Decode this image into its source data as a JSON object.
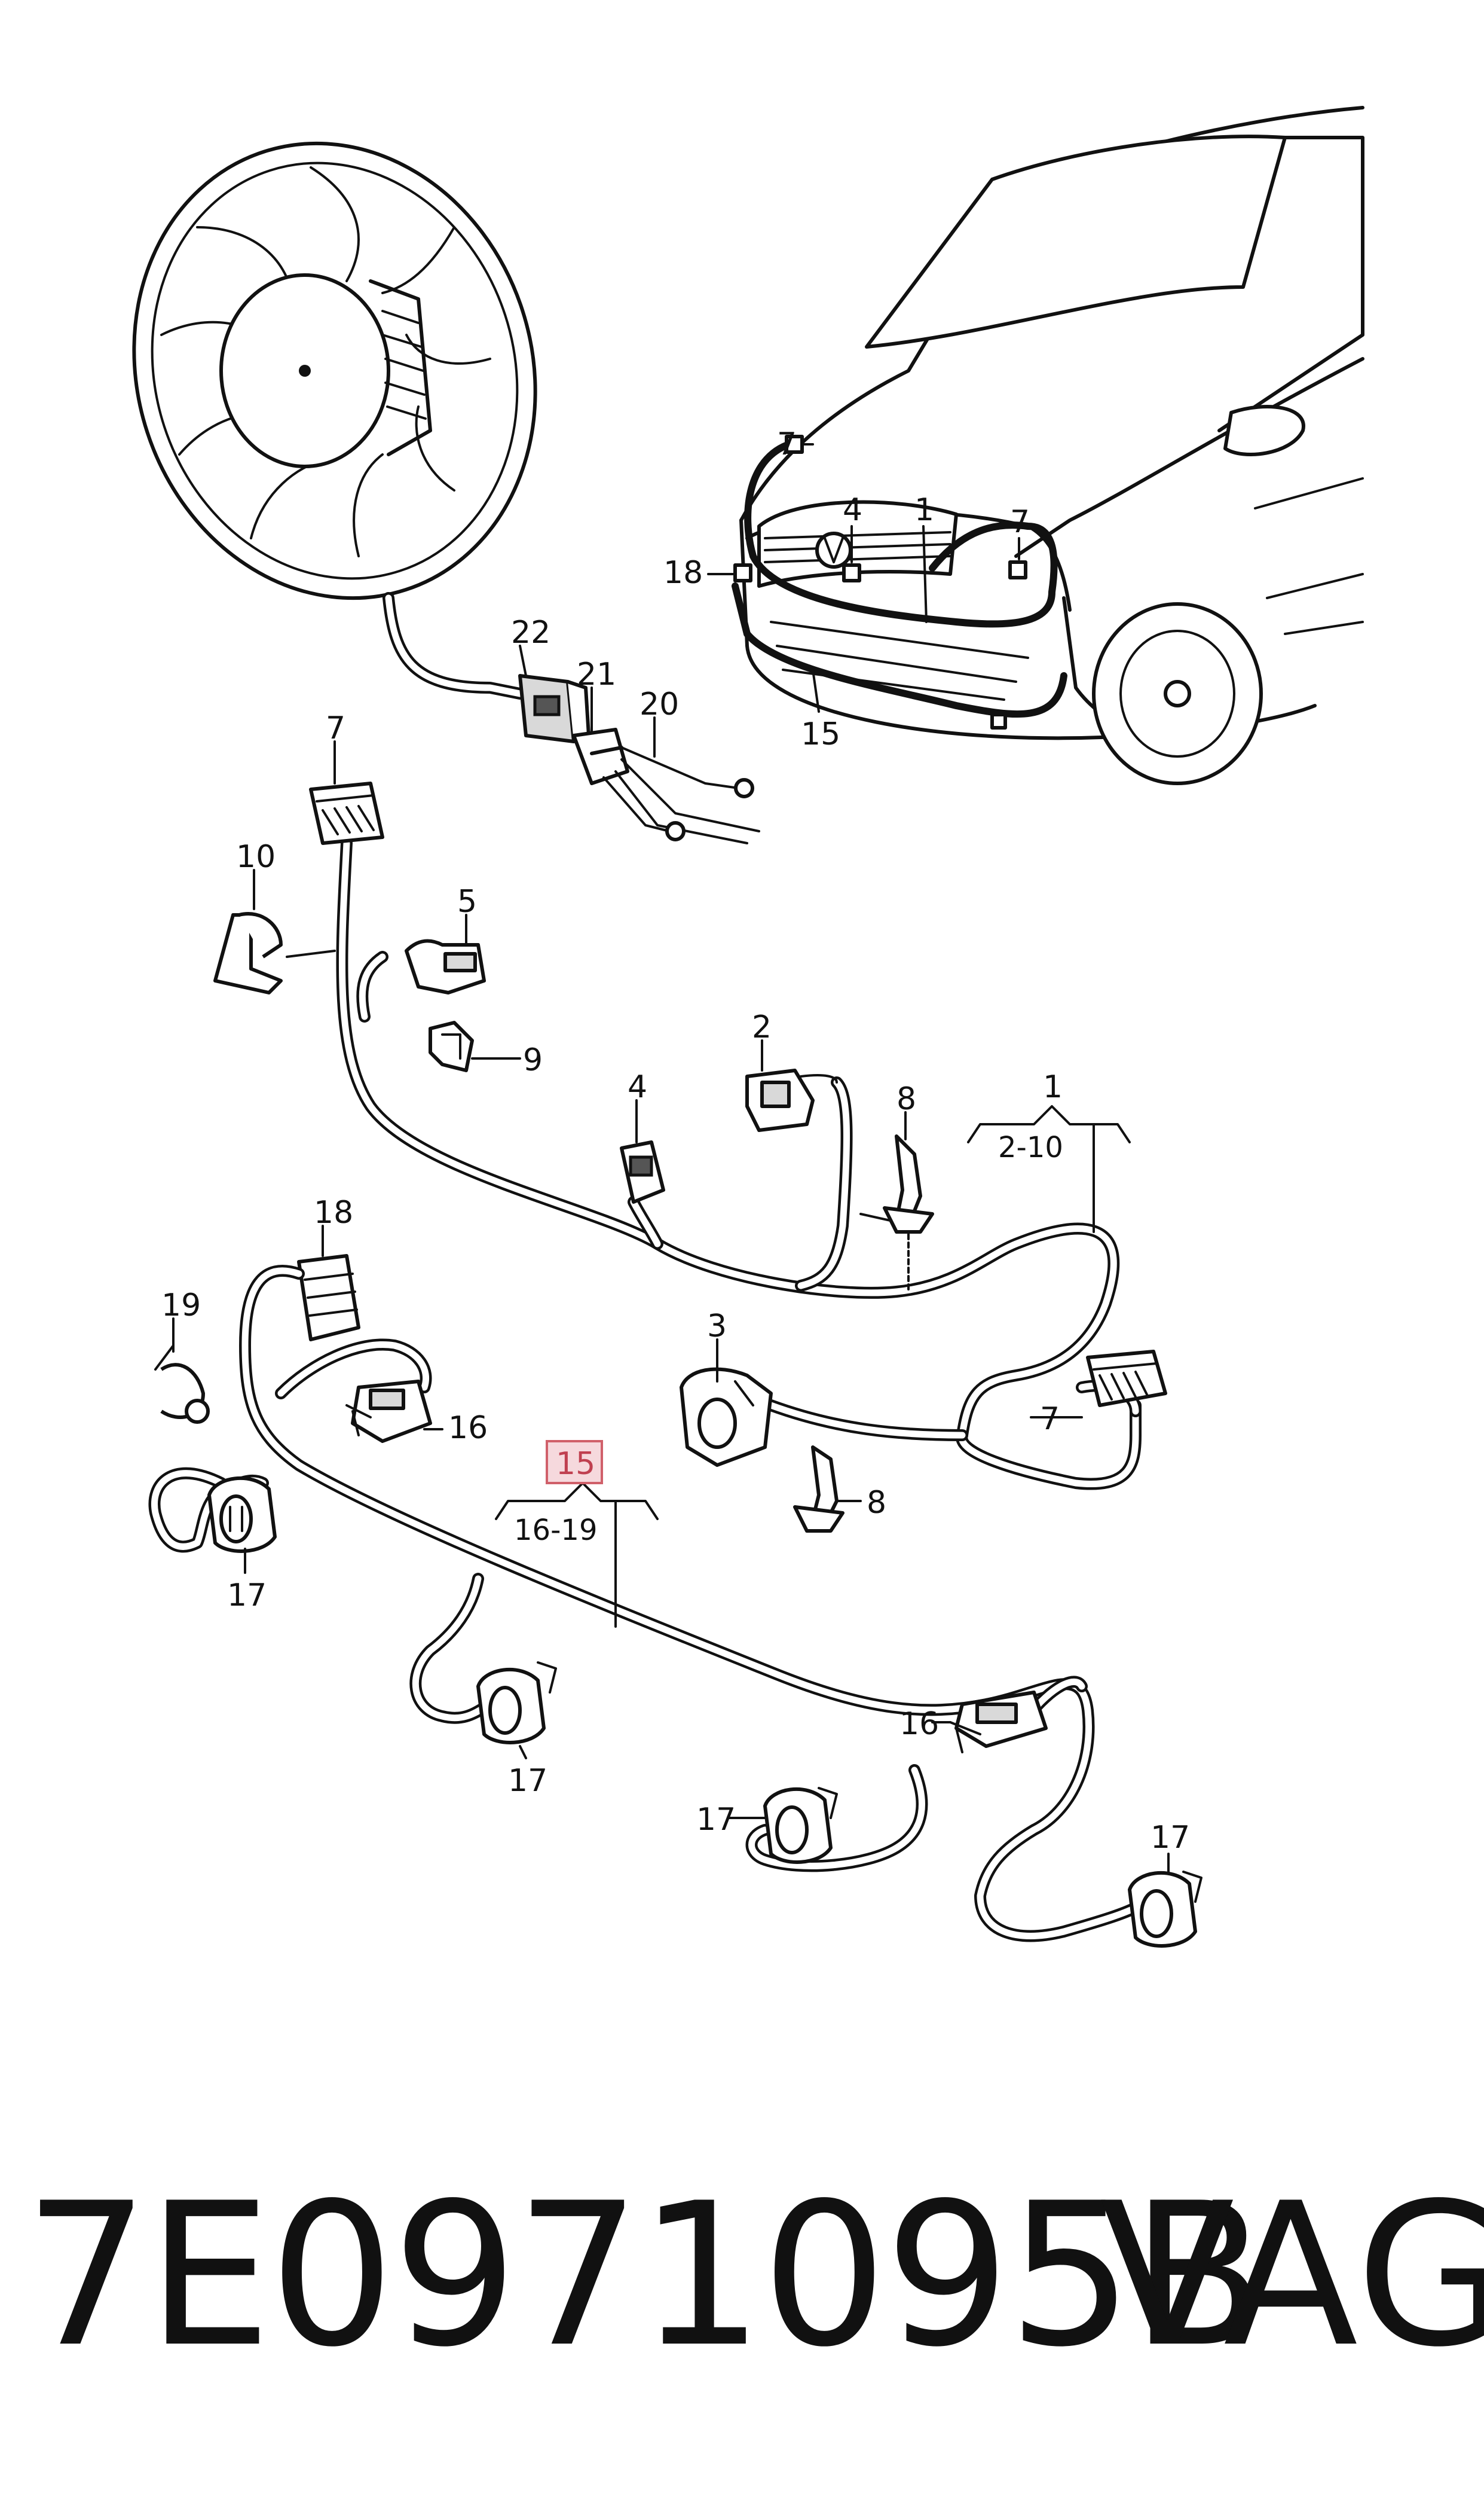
{
  "callouts": {
    "c1": "1",
    "c1_range": "2-10",
    "c2": "2",
    "c3": "3",
    "c4": "4",
    "c5": "5",
    "c7a": "7",
    "c8a": "8",
    "c8b": "8",
    "c9": "9",
    "c10": "10",
    "c15": "15",
    "c15_range": "16-19",
    "c16a": "16",
    "c16b": "16",
    "c17a": "17",
    "c17b": "17",
    "c17c": "17",
    "c17d": "17",
    "c18": "18",
    "c19": "19",
    "c20": "20",
    "c21": "21",
    "c22": "22",
    "c7b": "7"
  },
  "vehicle_callouts": {
    "v7a": "7",
    "v7b": "7",
    "v4": "4",
    "v1": "1",
    "v18": "18",
    "v15": "15"
  },
  "footer": {
    "part_number": "7E0971095B",
    "brand": "VAG"
  },
  "highlight_color": "#f6d9dd"
}
